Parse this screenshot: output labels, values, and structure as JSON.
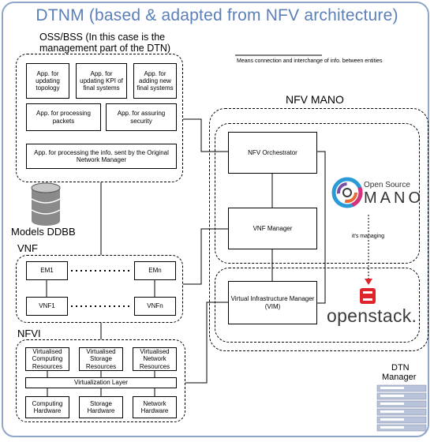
{
  "title": "DTNM (based & adapted from NFV architecture)",
  "oss": {
    "label_line1": "OSS/BSS (In this case is the",
    "label_line2": "management part of the DTN)",
    "app_topology": "App. for updating topology",
    "app_kpi": "App. for updating KPI of final systems",
    "app_final": "App. for adding new final systems",
    "app_packets": "App. for processing packets",
    "app_security": "App. for assuring security",
    "app_original": "App. for processing the info. sent by the Original Network Manager"
  },
  "legend": {
    "text": "Means connection and interchange of info. between entities"
  },
  "models_ddbb": "Models DDBB",
  "vnf": {
    "label": "VNF",
    "em1": "EM1",
    "emn": "EMn",
    "vnf1": "VNF1",
    "vnfn": "VNFn"
  },
  "nfvi": {
    "label": "NFVI",
    "virt_compute": "Virtualised Computing Resources",
    "virt_storage": "Virtualised Storage Resources",
    "virt_network": "Virtualised Network Resources",
    "virt_layer": "Virtualization Layer",
    "hw_compute": "Computing Hardware",
    "hw_storage": "Storage Hardware",
    "hw_network": "Network Hardware"
  },
  "mano": {
    "label": "NFV MANO",
    "orchestrator": "NFV Orchestrator",
    "vnf_manager": "VNF Manager",
    "vim": "Virtual Infrastructure Manager (VIM)"
  },
  "osm": {
    "line1": "Open Source",
    "line2": "MANO",
    "managing": "it's managing"
  },
  "openstack": {
    "label": "openstack."
  },
  "dtn_manager": {
    "line1": "DTN",
    "line2": "Manager"
  },
  "colors": {
    "title": "#5b7fb7",
    "frame": "#8fa6c8",
    "openstack_red": "#e0242b"
  }
}
